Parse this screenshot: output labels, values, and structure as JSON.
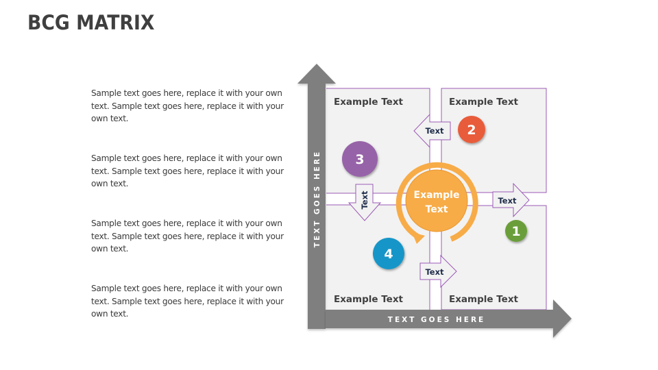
{
  "title": "BCG MATRIX",
  "paragraphs": [
    {
      "text": "Sample text goes here, replace it with your own text. Sample text goes here, replace it with your own text."
    },
    {
      "text": "Sample text goes here, replace it with your own text. Sample text goes here, replace it with your own text."
    },
    {
      "text": "Sample text goes here, replace it with your own text. Sample text goes here, replace it with your own text."
    },
    {
      "text": "Sample text goes here, replace it with your own text. Sample text goes here, replace it with your own text."
    }
  ],
  "axes": {
    "y_label": "TEXT GOES HERE",
    "x_label": "TEXT GOES HERE"
  },
  "quadrants": {
    "top_left": {
      "label": "Example Text"
    },
    "top_right": {
      "label": "Example Text"
    },
    "bottom_left": {
      "label": "Example Text"
    },
    "bottom_right": {
      "label": "Example Text"
    }
  },
  "center": {
    "line1": "Example",
    "line2": "Text"
  },
  "flow_arrows": {
    "left": {
      "label": "Text"
    },
    "down": {
      "label": "Text"
    },
    "right": {
      "label": "Text"
    },
    "bottom_right": {
      "label": "Text"
    }
  },
  "badges": [
    {
      "number": "1",
      "color": "#6a9e3a"
    },
    {
      "number": "2",
      "color": "#e85c3a"
    },
    {
      "number": "3",
      "color": "#9763a8"
    },
    {
      "number": "4",
      "color": "#1496c8"
    }
  ],
  "colors": {
    "axis": "#7f7f7f",
    "border": "#9b59b6",
    "quadrant_fill": "#f2f2f2",
    "center": "#f7ac48",
    "arrow_text": "#1f2d4a"
  }
}
